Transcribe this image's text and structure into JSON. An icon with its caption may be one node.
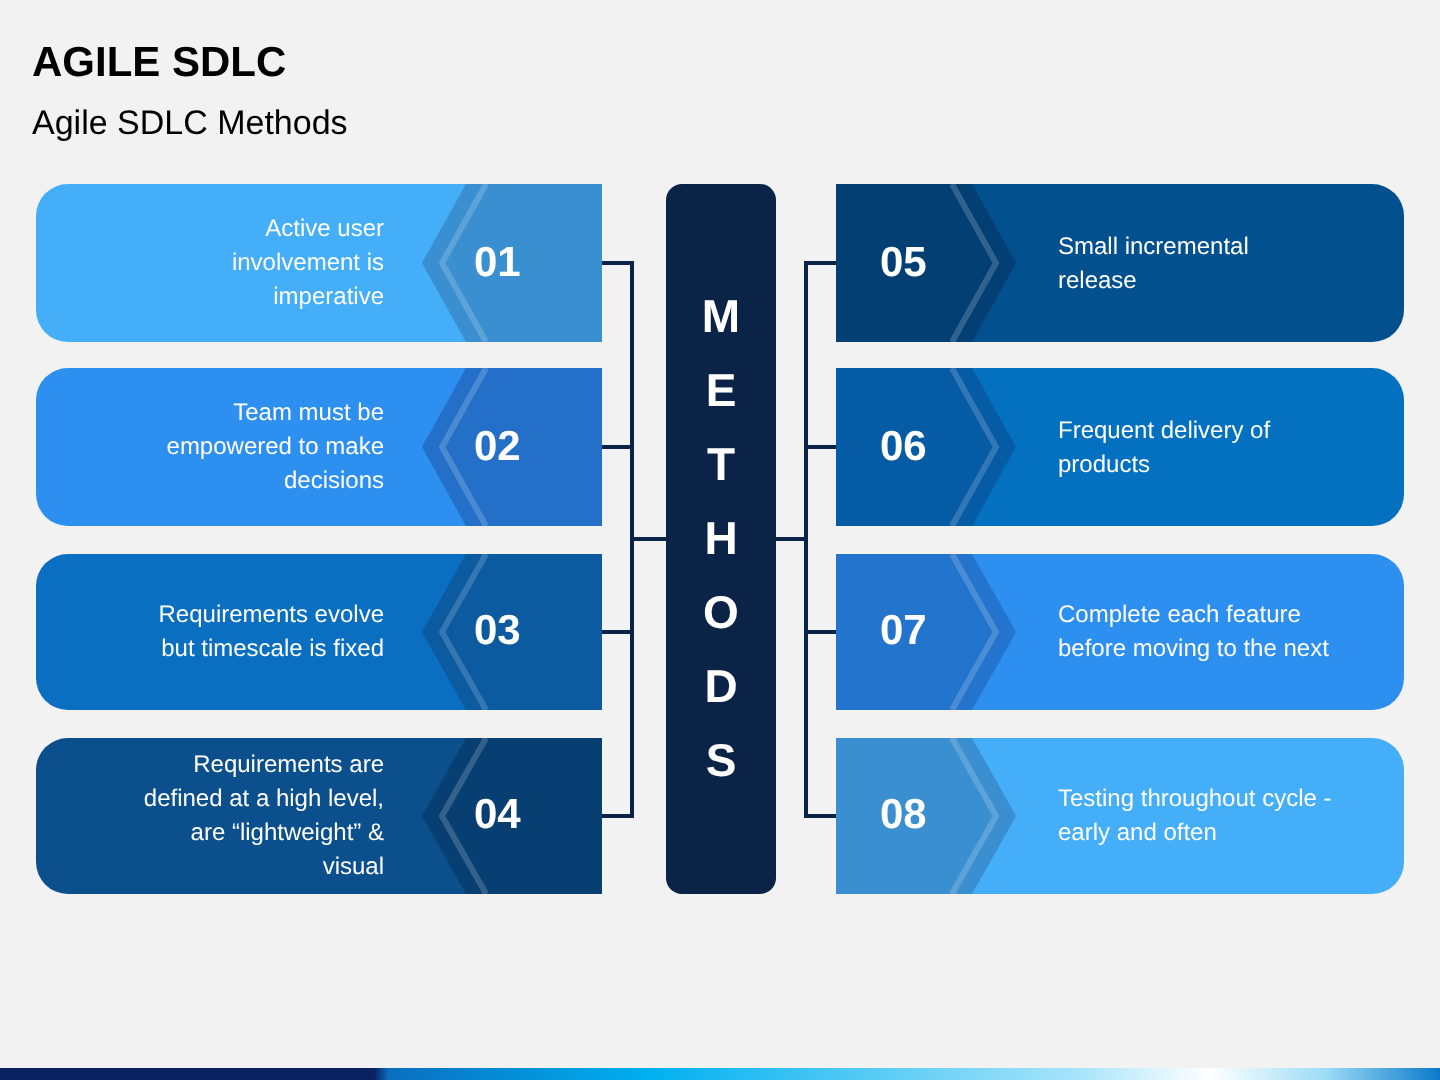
{
  "diagram": {
    "title": "AGILE SDLC",
    "labels": [
      "Agile SDLC Methods"
    ],
    "nodes": [
      {
        "text": [
          "Active user involvement is imperative",
          "01"
        ]
      },
      {
        "text": [
          "Team must be empowered to make decisions",
          "02"
        ]
      },
      {
        "text": [
          "Requirements evolve but timescale is fixed",
          "03"
        ]
      },
      {
        "text": [
          "Requirements are defined at a high level, are “lightweight” & visual",
          "04"
        ]
      },
      {
        "text": [
          "METHODS"
        ]
      },
      {
        "text": [
          "05",
          "Small incremental release"
        ]
      },
      {
        "text": [
          "06",
          "Frequent delivery of products"
        ]
      },
      {
        "text": [
          "07",
          "Complete each feature before moving to the next"
        ]
      },
      {
        "text": [
          "08",
          "Testing throughout cycle - early and often"
        ]
      }
    ],
    "edges": [
      {
        "from": 0,
        "to": 4,
        "arrow": "none"
      },
      {
        "from": 1,
        "to": 4,
        "arrow": "none"
      },
      {
        "from": 2,
        "to": 4,
        "arrow": "none"
      },
      {
        "from": 3,
        "to": 4,
        "arrow": "none"
      },
      {
        "from": 4,
        "to": 5,
        "arrow": "none"
      },
      {
        "from": 4,
        "to": 6,
        "arrow": "none"
      },
      {
        "from": 4,
        "to": 7,
        "arrow": "none"
      },
      {
        "from": 4,
        "to": 8,
        "arrow": "none"
      }
    ]
  }
}
